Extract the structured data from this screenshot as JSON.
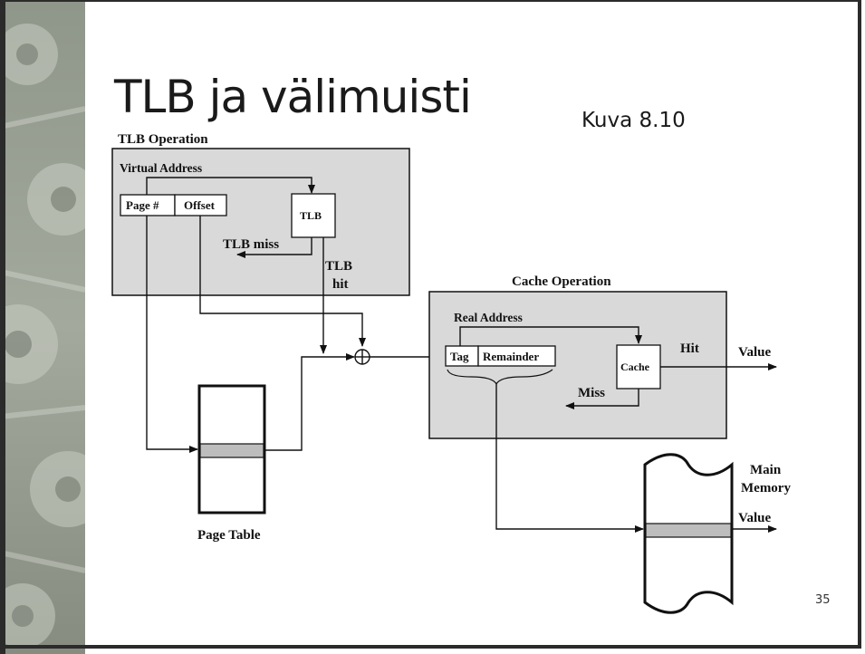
{
  "slide": {
    "title": "TLB ja välimuisti",
    "subtitle": "Kuva 8.10",
    "slide_number": "35"
  },
  "diagram": {
    "tlb_operation": {
      "heading": "TLB Operation",
      "virtual_address": "Virtual Address",
      "page_field": "Page #",
      "offset_field": "Offset",
      "tlb_box": "TLB",
      "tlb_miss": "TLB miss",
      "tlb_hit_line1": "TLB",
      "tlb_hit_line2": "hit"
    },
    "cache_operation": {
      "heading": "Cache Operation",
      "real_address": "Real Address",
      "tag_field": "Tag",
      "remainder_field": "Remainder",
      "cache_box": "Cache",
      "hit": "Hit",
      "value": "Value",
      "miss": "Miss"
    },
    "page_table": "Page Table",
    "main_memory_line1": "Main",
    "main_memory_line2": "Memory",
    "main_memory_value": "Value"
  },
  "colors": {
    "panel_fill": "#d9d9d9",
    "row_highlight": "#bdbdbd",
    "ink": "#111111"
  }
}
